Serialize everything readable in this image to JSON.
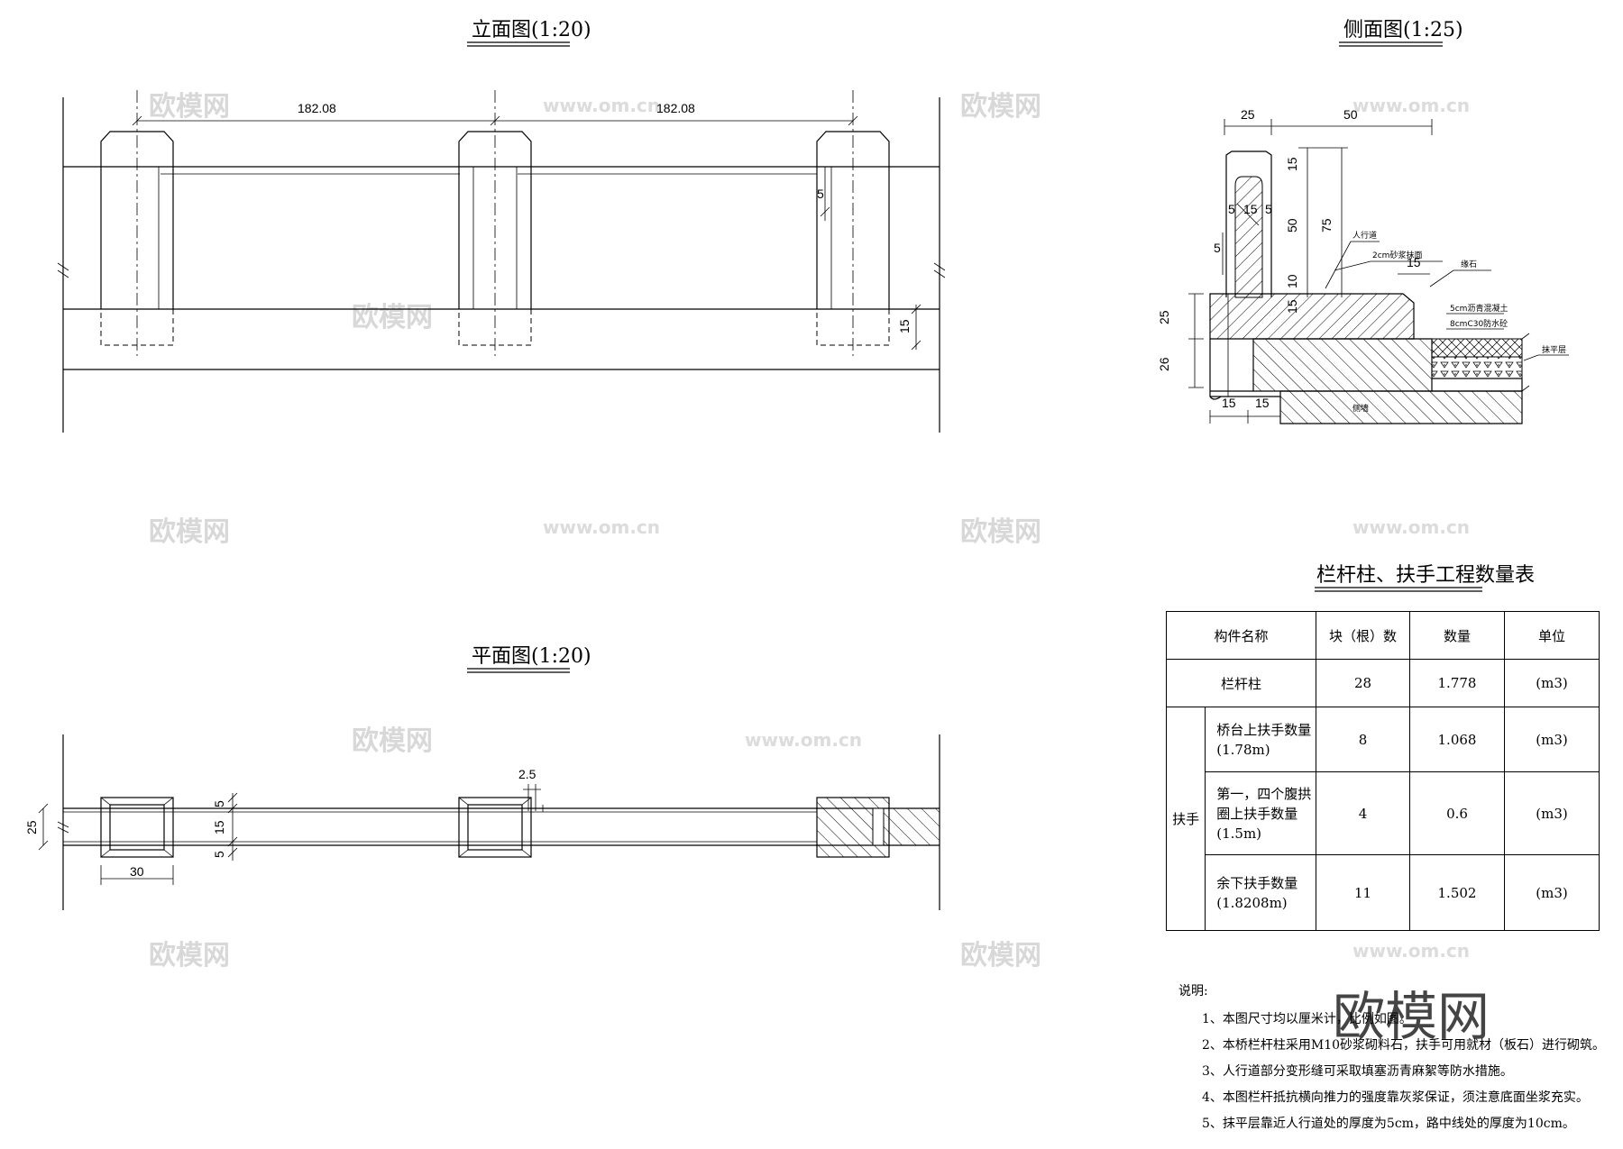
{
  "watermark": {
    "brand": "欧模网",
    "site": "www.om.cn"
  },
  "elevation": {
    "title": "立面图(1:20)",
    "dims": [
      "182.08",
      "182.08",
      "5",
      "15"
    ]
  },
  "side": {
    "title": "侧面图(1:25)",
    "dims": {
      "top_a": "25",
      "top_b": "50",
      "h15": "15",
      "h75": "75",
      "h50": "50",
      "h10": "10",
      "h15b": "15",
      "w5a": "5",
      "w15": "15",
      "w5b": "5",
      "v5": "5",
      "r15": "15",
      "l25": "25",
      "l26": "26",
      "b15a": "15",
      "b15b": "15"
    },
    "labels": {
      "sidewalk": "人行道",
      "mortar": "2cm砂浆抹面",
      "curb": "缘石",
      "asphalt": "5cm沥青混凝土",
      "concrete": "8cmC30防水砼",
      "level": "抹平层",
      "wall": "侧墙"
    }
  },
  "plan": {
    "title": "平面图(1:20)",
    "dims": {
      "d25": "25",
      "d30": "30",
      "d5a": "5",
      "d15": "15",
      "d5b": "5",
      "d25b": "2.5"
    }
  },
  "table": {
    "title": "栏杆柱、扶手工程数量表",
    "headers": [
      "构件名称",
      "块（根）数",
      "数量",
      "单位"
    ],
    "row_post": {
      "name": "栏杆柱",
      "count": "28",
      "qty": "1.778",
      "unit": "(m3)"
    },
    "group_label": "扶手",
    "rows": [
      {
        "name": "桥台上扶手数量(1.78m)",
        "count": "8",
        "qty": "1.068",
        "unit": "(m3)"
      },
      {
        "name": "第一，四个腹拱圈上扶手数量(1.5m)",
        "count": "4",
        "qty": "0.6",
        "unit": "(m3)"
      },
      {
        "name": "余下扶手数量(1.8208m)",
        "count": "11",
        "qty": "1.502",
        "unit": "(m3)"
      }
    ]
  },
  "notes": {
    "heading": "说明:",
    "items": [
      "1、本图尺寸均以厘米计，比例如图。",
      "2、本桥栏杆柱采用M10砂浆砌料石，扶手可用就材（板石）进行砌筑。",
      "3、人行道部分变形缝可采取填塞沥青麻絮等防水措施。",
      "4、本图栏杆抵抗横向推力的强度靠灰浆保证，须注意底面坐浆充实。",
      "5、抹平层靠近人行道处的厚度为5cm，路中线处的厚度为10cm。"
    ]
  }
}
